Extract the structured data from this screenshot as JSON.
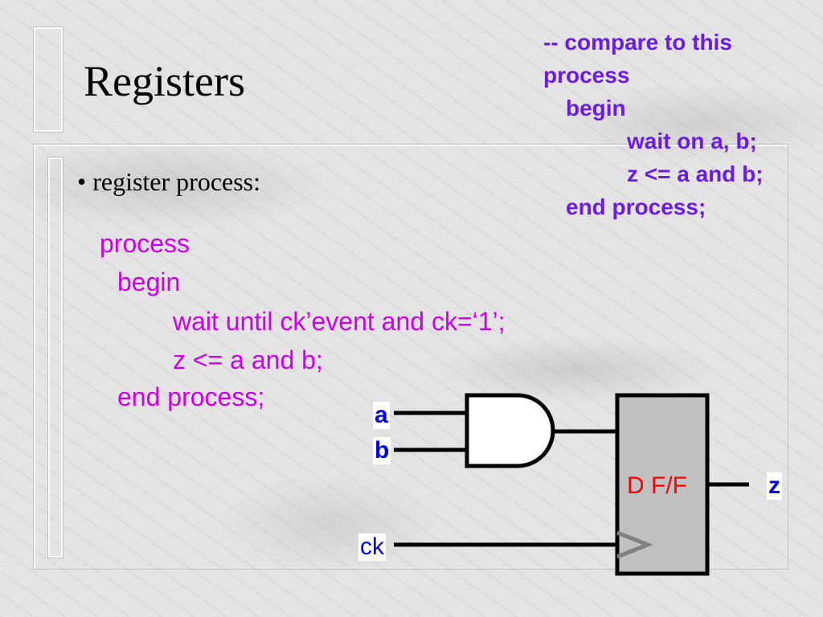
{
  "slide": {
    "title": "Registers",
    "bullet": "• register process:",
    "main_code": [
      "process",
      "begin",
      "wait until ck’event and ck=‘1’;",
      "z <= a and b;",
      "end process;"
    ],
    "compare_code": [
      "-- compare to this",
      "process",
      "begin",
      "wait on a, b;",
      "z <= a and b;",
      "end process;"
    ]
  },
  "diagram": {
    "inputs": {
      "a": "a",
      "b": "b",
      "ck": "ck"
    },
    "output": "z",
    "flipflop_label": "D F/F",
    "flipflop_fill": "#c0c0c0",
    "signal_color": "#0000ee",
    "label_color": "#ff0000"
  }
}
